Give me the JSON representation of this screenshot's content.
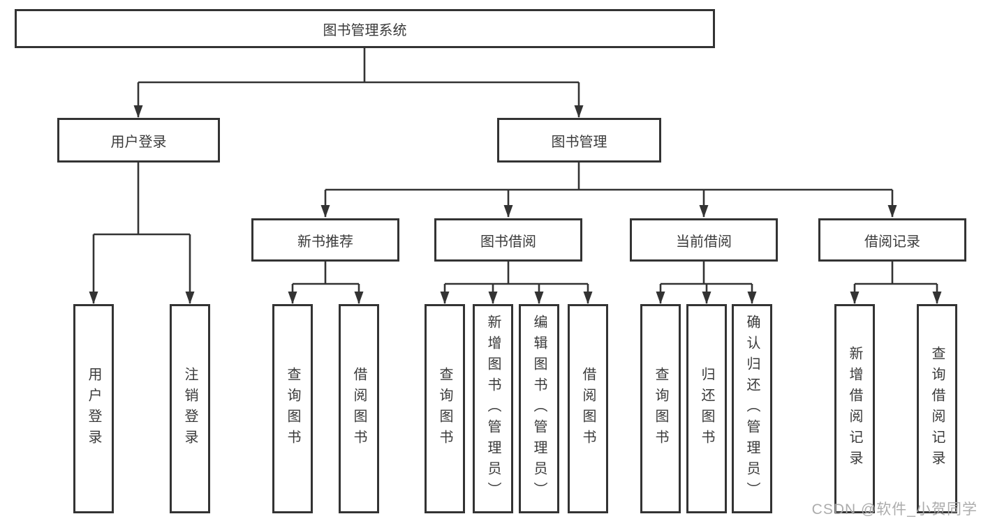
{
  "tree": {
    "root": {
      "label": "图书管理系统"
    },
    "children": [
      {
        "label": "用户登录",
        "children": [
          {
            "label": "用户登录"
          },
          {
            "label": "注销登录"
          }
        ]
      },
      {
        "label": "图书管理",
        "children": [
          {
            "label": "新书推荐",
            "children": [
              {
                "label": "查询图书"
              },
              {
                "label": "借阅图书"
              }
            ]
          },
          {
            "label": "图书借阅",
            "children": [
              {
                "label": "查询图书"
              },
              {
                "label": "新增图书（管理员）"
              },
              {
                "label": "编辑图书（管理员）"
              },
              {
                "label": "借阅图书"
              }
            ]
          },
          {
            "label": "当前借阅",
            "children": [
              {
                "label": "查询图书"
              },
              {
                "label": "归还图书"
              },
              {
                "label": "确认归还（管理员）"
              }
            ]
          },
          {
            "label": "借阅记录",
            "children": [
              {
                "label": "新增借阅记录"
              },
              {
                "label": "查询借阅记录"
              }
            ]
          }
        ]
      }
    ]
  },
  "watermark": "CSDN @软件_小贺同学",
  "colors": {
    "border": "#333333",
    "line": "#333333",
    "text": "#3a3a3a",
    "watermark": "#a8a8a8",
    "background": "#ffffff"
  }
}
